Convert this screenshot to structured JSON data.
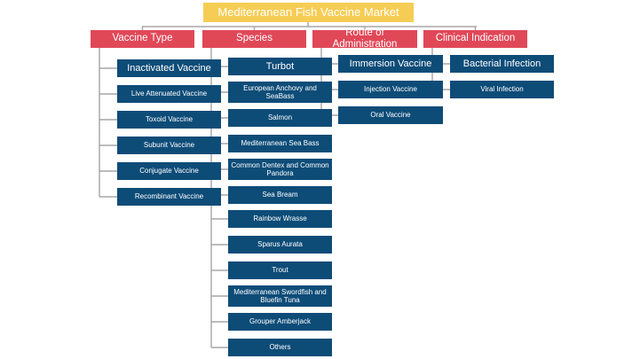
{
  "root": "Mediterranean Fish Vaccine Market",
  "categories": [
    {
      "label": "Vaccine Type",
      "items": [
        "Inactivated Vaccine",
        "Live Attenuated Vaccine",
        "Toxoid Vaccine",
        "Subunit Vaccine",
        "Conjugate Vaccine",
        "Recombinant Vaccine"
      ]
    },
    {
      "label": "Species",
      "items": [
        "Turbot",
        "European Anchovy and SeaBass",
        "Salmon",
        "Mediterranean Sea Bass",
        "Common Dentex and Common Pandora",
        "Sea Bream",
        "Rainbow Wrasse",
        "Sparus Aurata",
        "Trout",
        "Mediterranean Swordfish and Bluefin Tuna",
        "Grouper Amberjack",
        "Others"
      ]
    },
    {
      "label": "Route of Administration",
      "items": [
        "Immersion Vaccine",
        "Injection Vaccine",
        "Oral Vaccine"
      ]
    },
    {
      "label": "Clinical Indication",
      "items": [
        "Bacterial Infection",
        "Viral Infection"
      ]
    }
  ],
  "colors": {
    "root_fill": "#f6cd54",
    "category_fill": "#e04858",
    "item_fill": "#0e4c78",
    "connector": "#a6a6a6"
  }
}
